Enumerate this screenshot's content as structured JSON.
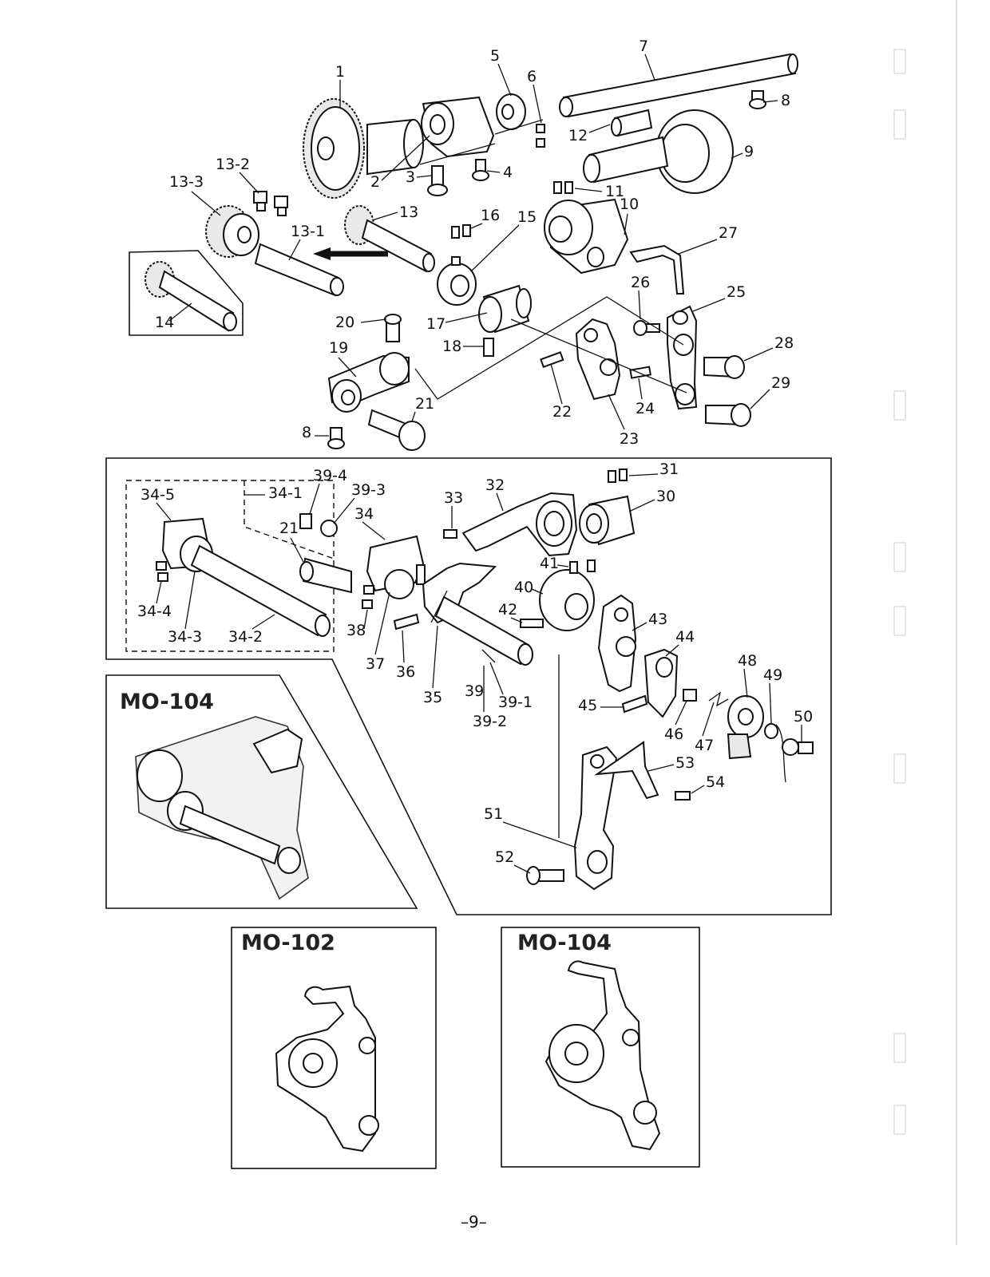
{
  "labels": {
    "p1": "1",
    "p2": "2",
    "p3": "3",
    "p4": "4",
    "p5": "5",
    "p6": "6",
    "p7": "7",
    "p8": "8",
    "p8b": "8",
    "p9": "9",
    "p10": "10",
    "p11": "11",
    "p12": "12",
    "p13": "13",
    "p13_1": "13-1",
    "p13_2": "13-2",
    "p13_3": "13-3",
    "p14": "14",
    "p15": "15",
    "p16": "16",
    "p17": "17",
    "p18": "18",
    "p19": "19",
    "p20": "20",
    "p21": "21",
    "p21b": "21",
    "p22": "22",
    "p23": "23",
    "p24": "24",
    "p25": "25",
    "p26": "26",
    "p27": "27",
    "p28": "28",
    "p29": "29",
    "p30": "30",
    "p31": "31",
    "p32": "32",
    "p33": "33",
    "p34": "34",
    "p34_1": "34-1",
    "p34_2": "34-2",
    "p34_3": "34-3",
    "p34_4": "34-4",
    "p34_5": "34-5",
    "p35": "35",
    "p36": "36",
    "p37": "37",
    "p38": "38",
    "p39": "39",
    "p39_1": "39-1",
    "p39_2": "39-2",
    "p39_3": "39-3",
    "p39_4": "39-4",
    "p40": "40",
    "p41": "41",
    "p42": "42",
    "p43": "43",
    "p44": "44",
    "p45": "45",
    "p46": "46",
    "p47": "47",
    "p48": "48",
    "p49": "49",
    "p50": "50",
    "p51": "51",
    "p52": "52",
    "p53": "53",
    "p54": "54"
  },
  "models": {
    "left_photo": "MO-104",
    "bottom_left": "MO-102",
    "bottom_right": "MO-104"
  },
  "page_number": "–9–"
}
